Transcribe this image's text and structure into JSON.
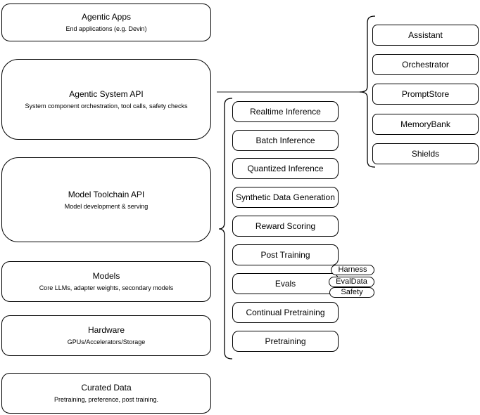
{
  "diagram": {
    "background": "#ffffff",
    "stroke_color": "#000000",
    "fill_color": "#ffffff"
  },
  "stack": [
    {
      "title": "Agentic Apps",
      "subtitle": "End applications (e.g. Devin)"
    },
    {
      "title": "Agentic System API",
      "subtitle": "System component orchestration, tool calls, safety checks"
    },
    {
      "title": "Model Toolchain API",
      "subtitle": "Model development & serving"
    },
    {
      "title": "Models",
      "subtitle": "Core LLMs, adapter weights, secondary models"
    },
    {
      "title": "Hardware",
      "subtitle": "GPUs/Accelerators/Storage"
    },
    {
      "title": "Curated Data",
      "subtitle": "Pretraining, preference, post training."
    }
  ],
  "toolchain_services": [
    "Realtime Inference",
    "Batch Inference",
    "Quantized Inference",
    "Synthetic Data Generation",
    "Reward Scoring",
    "Post Training",
    "Evals",
    "Continual Pretraining",
    "Pretraining"
  ],
  "eval_tags": [
    "Harness",
    "EvalData",
    "Safety"
  ],
  "system_components": [
    "Assistant",
    "Orchestrator",
    "PromptStore",
    "MemoryBank",
    "Shields"
  ]
}
